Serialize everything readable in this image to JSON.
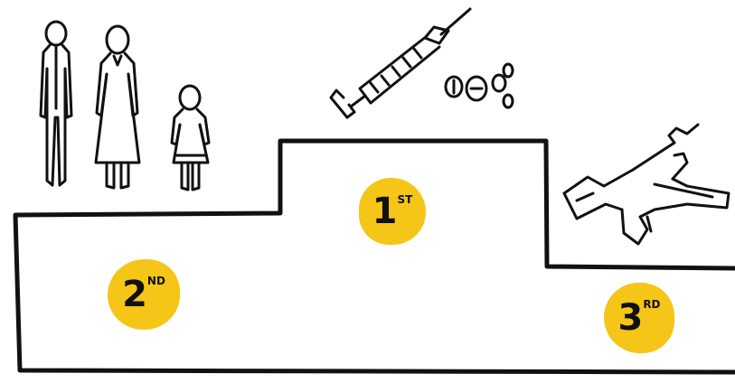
{
  "colors": {
    "badge": "#f5c518",
    "ink": "#111111",
    "background": "#ffffff"
  },
  "podium": {
    "first": {
      "number": "1",
      "suffix": "ST"
    },
    "second": {
      "number": "2",
      "suffix": "ND"
    },
    "third": {
      "number": "3",
      "suffix": "RD"
    }
  },
  "icons": {
    "family": [
      "man-figure-icon",
      "woman-figure-icon",
      "child-figure-icon"
    ],
    "first_place": [
      "syringe-icon",
      "pills-icon"
    ],
    "third_place": [
      "rifle-icon"
    ]
  }
}
